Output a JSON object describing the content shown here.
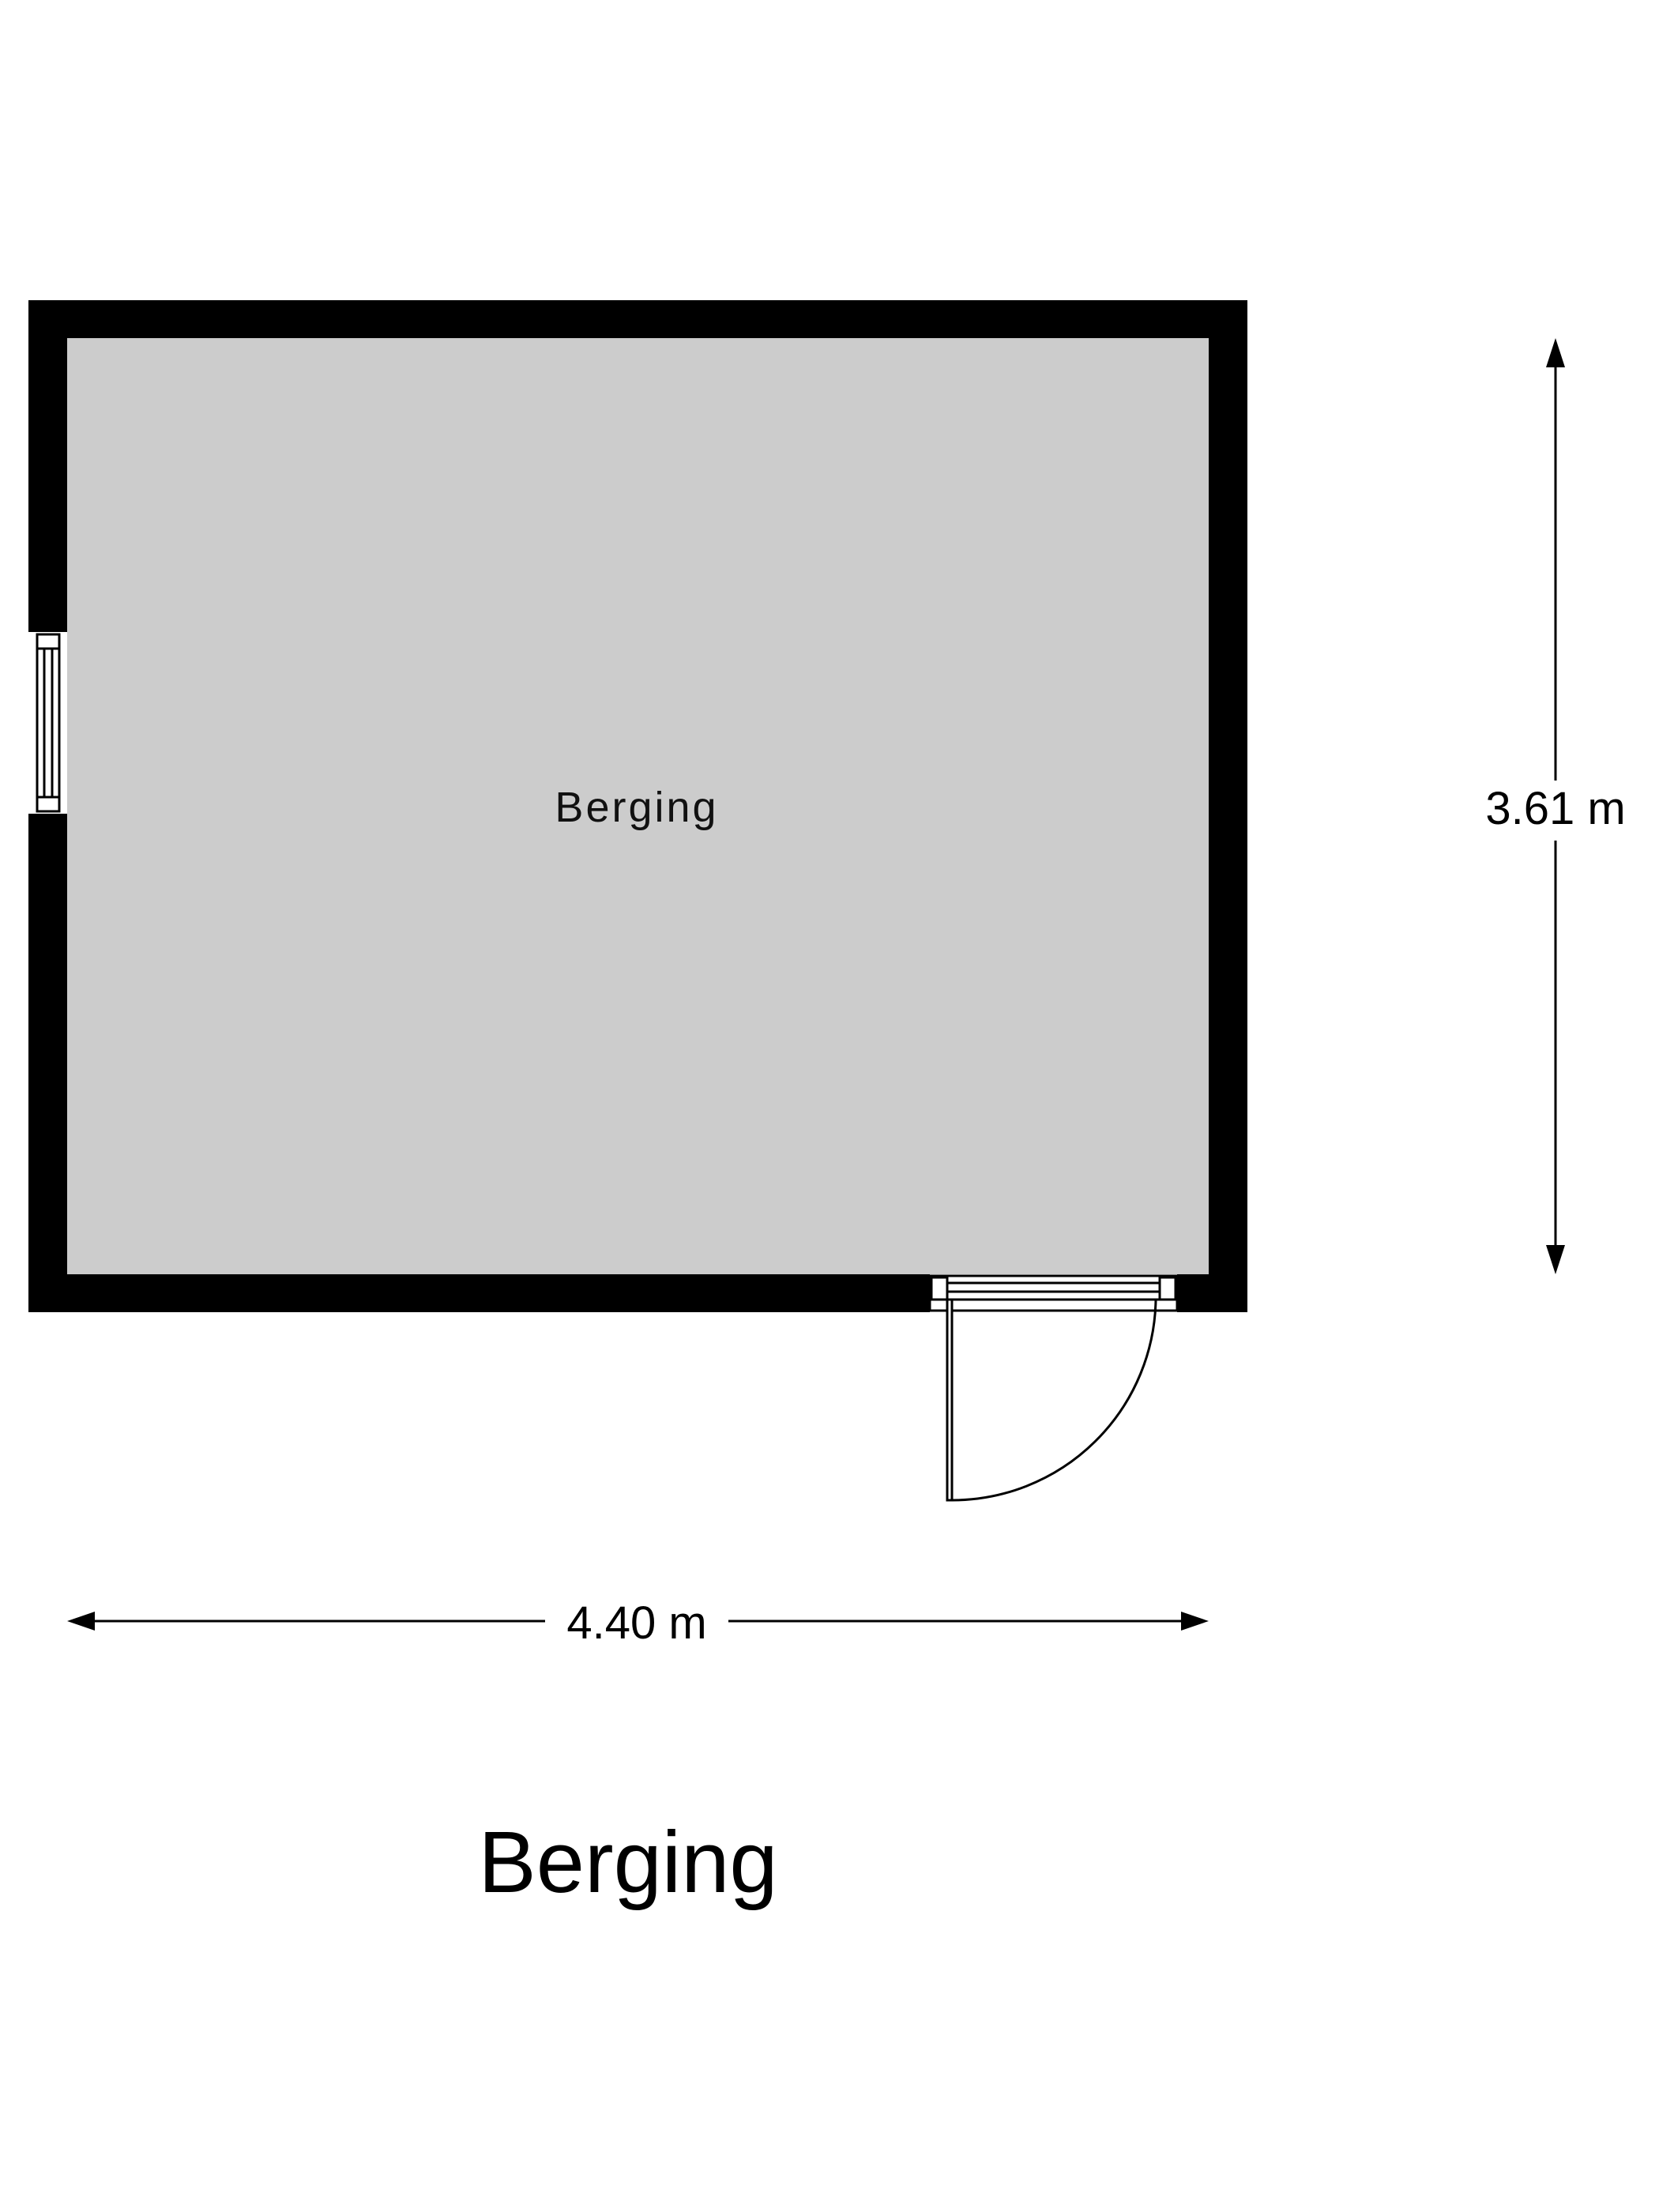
{
  "plan": {
    "room_label": "Berging",
    "width_label": "4.40 m",
    "height_label": "3.61 m",
    "title": "Berging"
  },
  "colors": {
    "wall": "#000000",
    "floor": "#cccccc",
    "background": "#ffffff",
    "line": "#000000"
  }
}
